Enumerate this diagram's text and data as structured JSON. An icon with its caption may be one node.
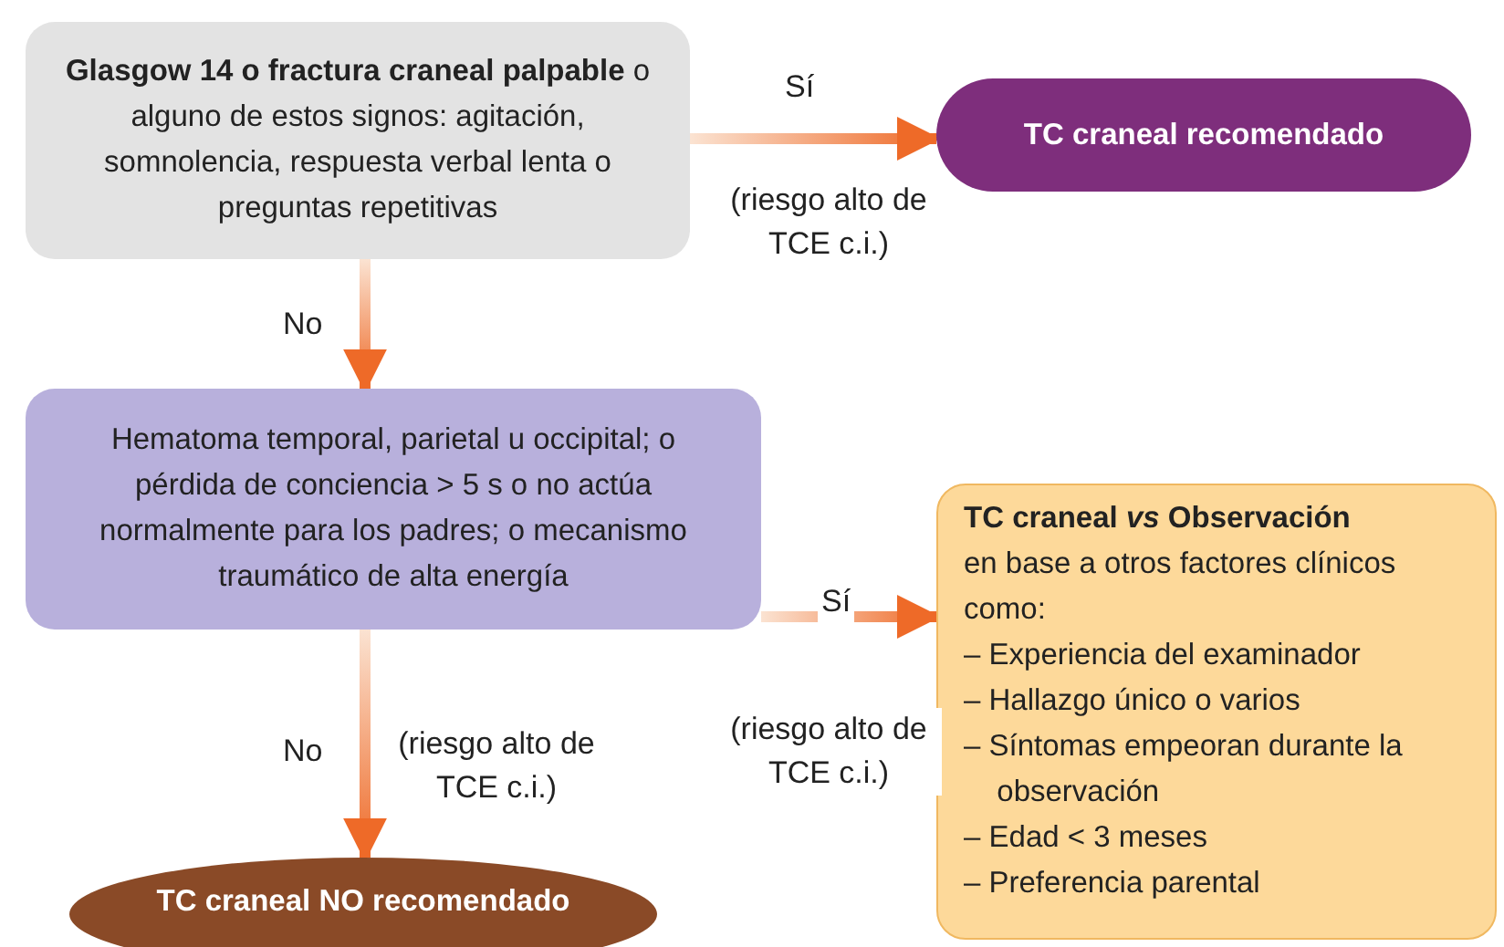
{
  "diagram": {
    "nodes": [
      {
        "text": [
          "**Glasgow 14 o fractura craneal palpable** o alguno de estos signos: agitación, somnolencia, respuesta verbal lenta o preguntas repetitivas"
        ]
      },
      {
        "text": [
          "TC craneal recomendado"
        ]
      },
      {
        "text": [
          "Hematoma temporal, parietal u occipital; o pérdida de conciencia > 5 s o no actúa normalmente para los padres; o mecanismo traumático de alta energía"
        ]
      },
      {
        "text": [
          "TC craneal *vs* Observación",
          "en base a otros factores clínicos como:",
          "– Experiencia del examinador",
          "– Hallazgo único o varios",
          "– Síntomas empeoran durante la observación",
          "– Edad < 3 meses",
          "– Preferencia parental"
        ]
      },
      {
        "text": [
          "TC craneal NO recomendado"
        ]
      }
    ],
    "edges": [
      {
        "from": 0,
        "to": 1,
        "arrow": "to",
        "label": "Sí"
      },
      {
        "from": 0,
        "to": 2,
        "arrow": "to",
        "label": "No"
      },
      {
        "from": 2,
        "to": 3,
        "arrow": "to",
        "label": "Sí"
      },
      {
        "from": 2,
        "to": 4,
        "arrow": "to",
        "label": "No"
      }
    ],
    "labels": [
      "(riesgo alto de TCE c.i.)",
      "(riesgo alto de TCE c.i.)",
      "(riesgo alto de TCE c.i.)"
    ]
  }
}
